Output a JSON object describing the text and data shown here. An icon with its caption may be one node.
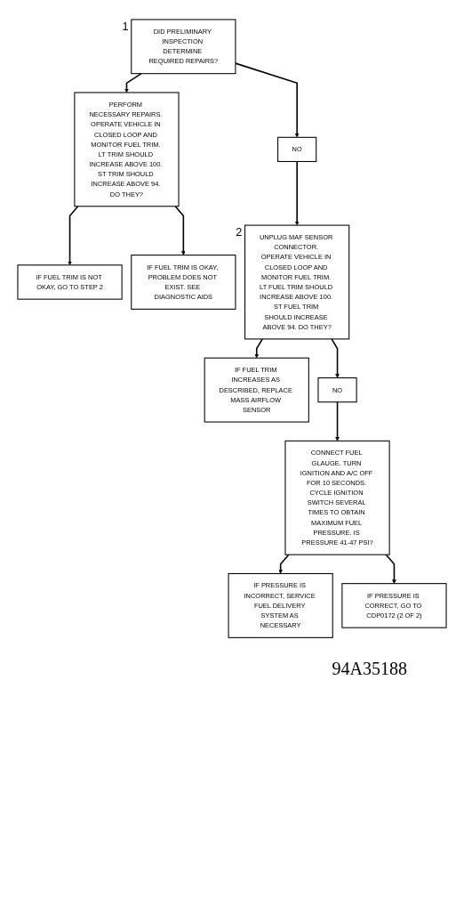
{
  "diagram": {
    "nodes": [
      {
        "text": [
          "DID PRELIMINARY INSPECTION DETERMINE REQUIRED REPAIRS?"
        ],
        "beside": [
          "1"
        ]
      },
      {
        "text": [
          "PERFORM NECESSARY REPAIRS. OPERATE VEHICLE IN CLOSED LOOP AND MONITOR FUEL TRIM. LT TRIM SHOULD INCREASE ABOVE 100. ST TRIM SHOULD INCREASE ABOVE 94. DO THEY?"
        ]
      },
      {
        "text": [
          "NO"
        ]
      },
      {
        "text": [
          "IF FUEL TRIM IS NOT OKAY, GO TO STEP 2"
        ]
      },
      {
        "text": [
          "IF FUEL TRIM IS OKAY, PROBLEM DOES NOT EXIST. SEE DIAGNOSTIC AIDS"
        ]
      },
      {
        "text": [
          "UNPLUG MAF SENSOR CONNECTOR. OPERATE VEHICLE IN CLOSED LOOP AND MONITOR FUEL TRIM. LT FUEL TRIM SHOULD INCREASE ABOVE 100. ST FUEL TRIM SHOULD INCREASE ABOVE 94. DO THEY?"
        ],
        "beside": [
          "2"
        ]
      },
      {
        "text": [
          "IF FUEL TRIM INCREASES AS DESCRIBED, REPLACE MASS AIRFLOW SENSOR"
        ]
      },
      {
        "text": [
          "NO"
        ]
      },
      {
        "text": [
          "CONNECT FUEL GLAUGE. TURN IGNITION AND A/C OFF FOR 10 SECONDS. CYCLE IGNITION SWITCH SEVERAL TIMES TO OBTAIN MAXIMUM FUEL PRESSURE. IS PRESSURE 41-47 PSI?"
        ]
      },
      {
        "text": [
          "IF PRESSURE IS INCORRECT, SERVICE FUEL DELIVERY SYSTEM AS NECESSARY"
        ]
      },
      {
        "text": [
          "IF PRESSURE IS CORRECT, GO TO CDP0172 (2 OF 2)"
        ]
      }
    ],
    "edges": [
      {
        "from": 0,
        "to": 1,
        "arrow": "to"
      },
      {
        "from": 0,
        "to": 2,
        "arrow": "to"
      },
      {
        "from": 1,
        "to": 3,
        "arrow": "to"
      },
      {
        "from": 1,
        "to": 4,
        "arrow": "to"
      },
      {
        "from": 2,
        "to": 5,
        "arrow": "to"
      },
      {
        "from": 5,
        "to": 6,
        "arrow": "to"
      },
      {
        "from": 5,
        "to": 7,
        "arrow": "to"
      },
      {
        "from": 7,
        "to": 8,
        "arrow": "to"
      },
      {
        "from": 8,
        "to": 9,
        "arrow": "to"
      },
      {
        "from": 8,
        "to": 10,
        "arrow": "to"
      }
    ],
    "labels": [
      "94A35188"
    ]
  }
}
